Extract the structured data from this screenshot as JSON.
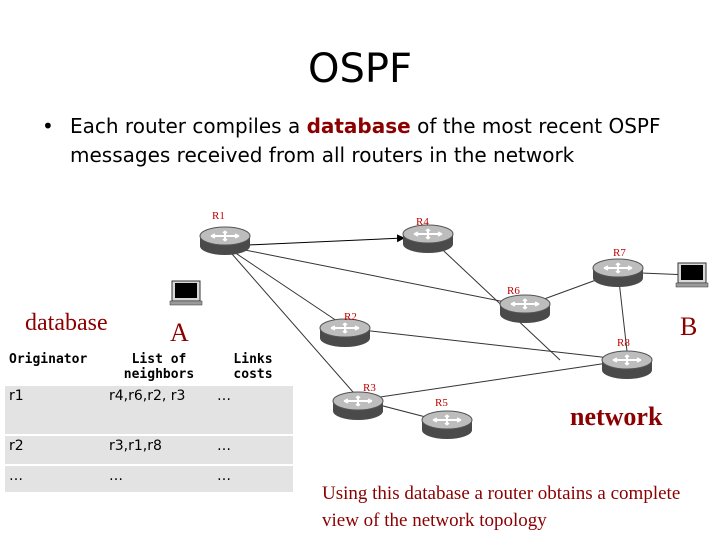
{
  "slide": {
    "title": "OSPF",
    "bullet": {
      "marker": "•",
      "before": "Each router compiles a ",
      "highlight": "database",
      "after": " of the most recent OSPF messages received from all routers in the network"
    },
    "labels": {
      "database": "database",
      "a": "A",
      "b": "B",
      "network": "network"
    },
    "caption": "Using this database a router obtains a complete view of the network topology"
  },
  "routers": [
    {
      "id": "R1",
      "label": "R1"
    },
    {
      "id": "R4",
      "label": "R4"
    },
    {
      "id": "R7",
      "label": "R7"
    },
    {
      "id": "R6",
      "label": "R6"
    },
    {
      "id": "R2",
      "label": "R2"
    },
    {
      "id": "R8",
      "label": "R8"
    },
    {
      "id": "R3",
      "label": "R3"
    },
    {
      "id": "R5",
      "label": "R5"
    }
  ],
  "table": {
    "headers": {
      "originator": "Originator",
      "neighbors": "List of neighbors",
      "links": "Links costs"
    },
    "rows": [
      {
        "originator": "r1",
        "neighbors": "r4,r6,r2, r3",
        "costs": "…"
      },
      {
        "originator": "r2",
        "neighbors": "r3,r1,r8",
        "costs": "…"
      },
      {
        "originator": "…",
        "neighbors": "…",
        "costs": "…"
      }
    ]
  },
  "colors": {
    "accent": "#8b0000",
    "router_label": "#c00000",
    "table_row": "#e3e3e3"
  }
}
